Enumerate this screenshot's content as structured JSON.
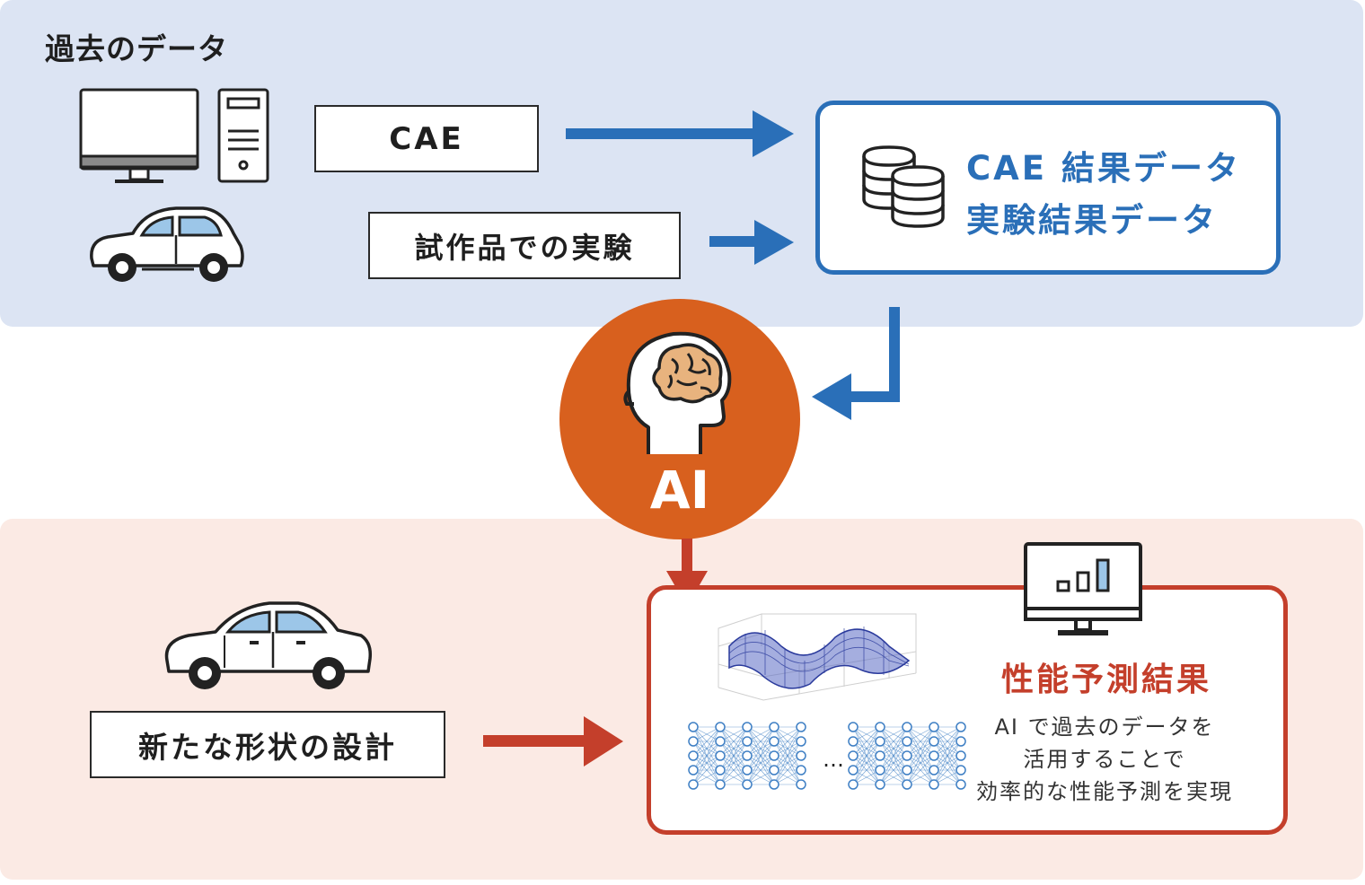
{
  "past_data": {
    "title": "過去のデータ",
    "cae_label": "CAE",
    "experiment_label": "試作品での実験"
  },
  "data_store": {
    "line1": "CAE 結果データ",
    "line2": "実験結果データ"
  },
  "ai": {
    "label": "AI"
  },
  "new_design": {
    "label": "新たな形状の設計"
  },
  "result": {
    "title": "性能予測結果",
    "ellipsis": "…",
    "description": [
      "AI で過去のデータを",
      "活用することで",
      "効率的な性能予測を実現"
    ]
  },
  "icons": {
    "computer": "desktop-computer-icon",
    "tower": "pc-tower-icon",
    "car_small": "compact-car-icon",
    "database": "database-icon",
    "brain": "brain-head-icon",
    "sedan": "sedan-car-icon",
    "monitor_chart": "monitor-bar-chart-icon",
    "surface": "3d-surface-plot-icon",
    "network": "neural-network-icon"
  },
  "colors": {
    "blue": "#2a6fb8",
    "red": "#c43f2b",
    "orange": "#d8601e",
    "top_bg": "#dce4f3",
    "bottom_bg": "#fbeae4"
  }
}
